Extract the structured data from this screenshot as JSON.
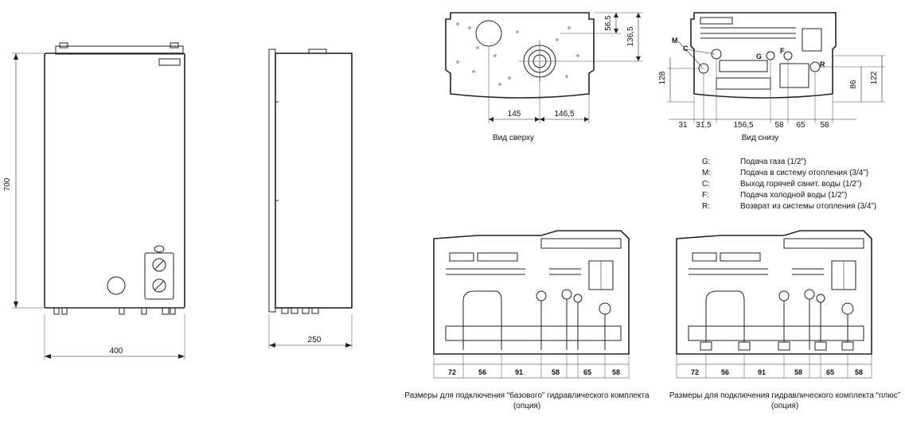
{
  "front": {
    "width": "400",
    "height": "700"
  },
  "side": {
    "depth": "250"
  },
  "top_view": {
    "caption": "Вид сверху",
    "dim_left": "145",
    "dim_right": "146,5",
    "dim_56": "56,5",
    "dim_136": "136,5"
  },
  "bottom_view": {
    "caption": "Вид снизу",
    "h_dims": [
      "31",
      "31,5",
      "156,5",
      "58",
      "65",
      "58"
    ],
    "v_dims": [
      "128",
      "86",
      "122"
    ],
    "letters": [
      "C",
      "M",
      "G",
      "F",
      "R"
    ]
  },
  "legend": [
    {
      "key": "G:",
      "text": "Подача газа (1/2”)"
    },
    {
      "key": "M:",
      "text": "Подача в систему отопления (3/4”)"
    },
    {
      "key": "C:",
      "text": "Выход горячей санит. воды (1/2”)"
    },
    {
      "key": "F:",
      "text": "Подача холодной воды (1/2”)"
    },
    {
      "key": "R:",
      "text": "Возврат из системы отопления (3/4”)"
    }
  ],
  "kit_basic": {
    "dims": [
      "72",
      "56",
      "91",
      "58",
      "65",
      "58"
    ],
    "caption_line1": "Размеры для подключения “базового” гидравлического комплекта",
    "caption_line2": "(опция)"
  },
  "kit_plus": {
    "dims": [
      "72",
      "56",
      "91",
      "58",
      "65",
      "58"
    ],
    "caption_line1": "Размеры для подключения гидравлического комплекта “плюс”",
    "caption_line2": "(опция)"
  }
}
